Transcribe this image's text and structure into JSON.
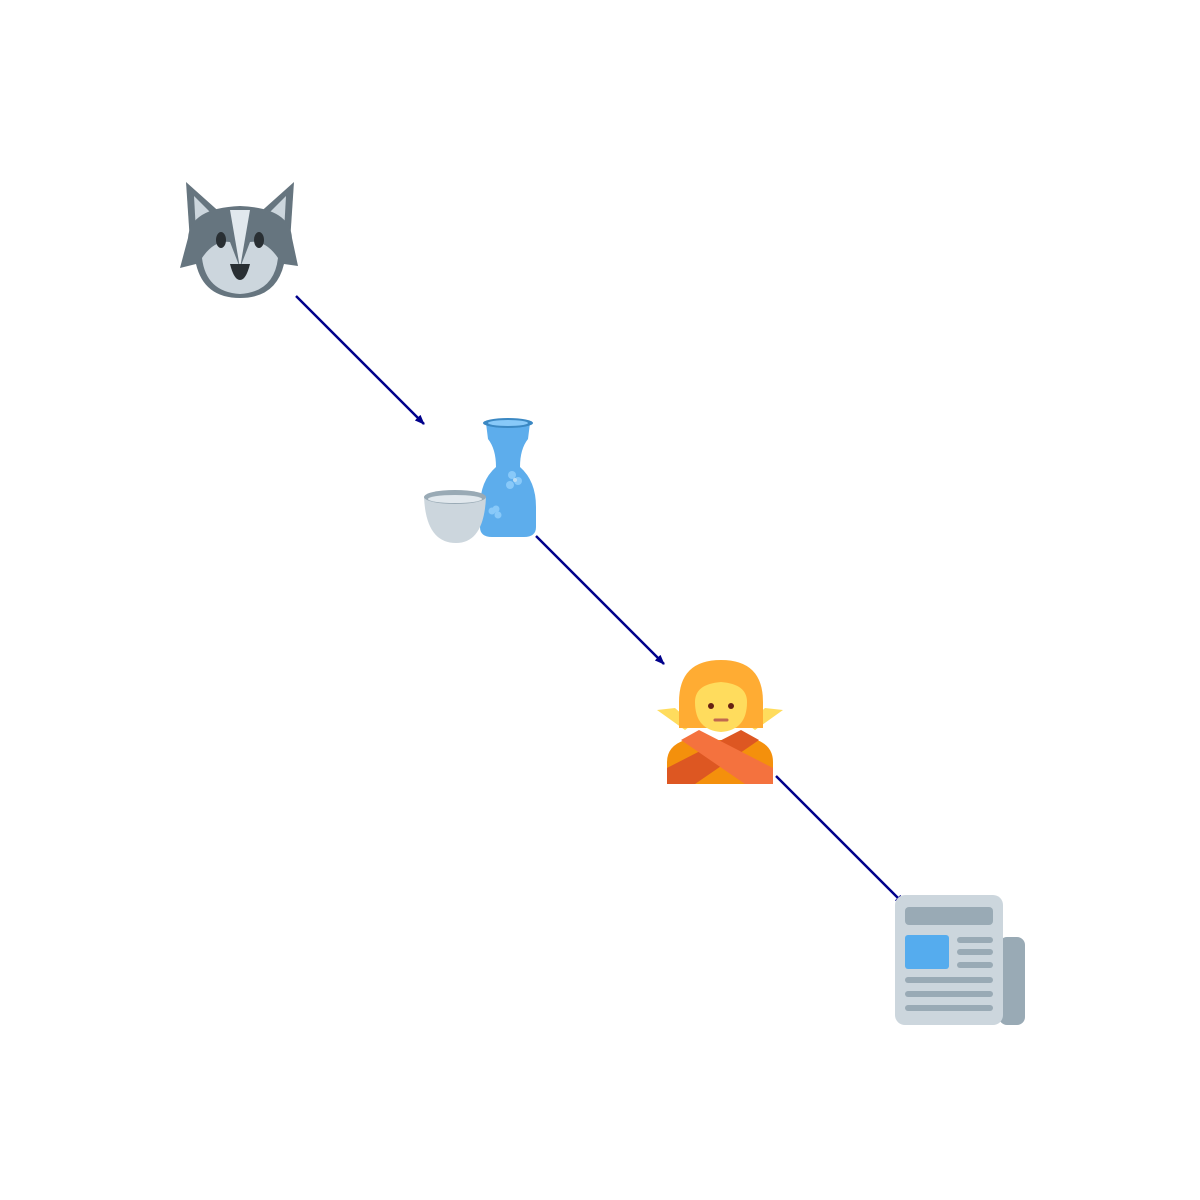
{
  "diagram": {
    "nodes": [
      {
        "id": "wolf",
        "icon": "wolf-face-icon"
      },
      {
        "id": "sake",
        "icon": "sake-bottle-and-cup-icon"
      },
      {
        "id": "no-gesture",
        "icon": "person-gesturing-no-icon"
      },
      {
        "id": "newspaper",
        "icon": "newspaper-icon"
      }
    ],
    "edges": [
      {
        "from": "wolf",
        "to": "sake"
      },
      {
        "from": "sake",
        "to": "no-gesture"
      },
      {
        "from": "no-gesture",
        "to": "newspaper"
      }
    ],
    "colors": {
      "arrow": "#00008b",
      "background": "#ffffff"
    }
  }
}
